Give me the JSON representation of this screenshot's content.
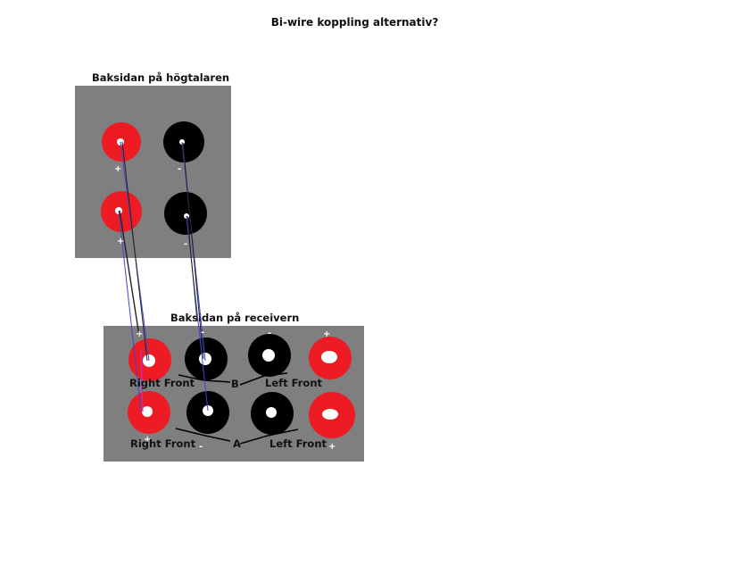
{
  "title": "Bi-wire koppling alternativ?",
  "speaker": {
    "label": "Baksidan på högtalaren",
    "signs": [
      "+",
      "-",
      "+",
      "-"
    ]
  },
  "receiver": {
    "label": "Baksidan på receivern",
    "top_signs": [
      "+",
      "-",
      "-",
      "+"
    ],
    "bottom_signs": [
      "+",
      "-",
      "+"
    ],
    "row_b": {
      "left": "Right Front",
      "mid": "B",
      "right": "Left Front"
    },
    "row_a": {
      "left": "Right Front",
      "mid": "A",
      "right": "Left Front"
    }
  },
  "colors": {
    "panel": "#7f7f7f",
    "positive": "#ed1c24",
    "negative": "#000000",
    "wire": "#3f48cc"
  }
}
